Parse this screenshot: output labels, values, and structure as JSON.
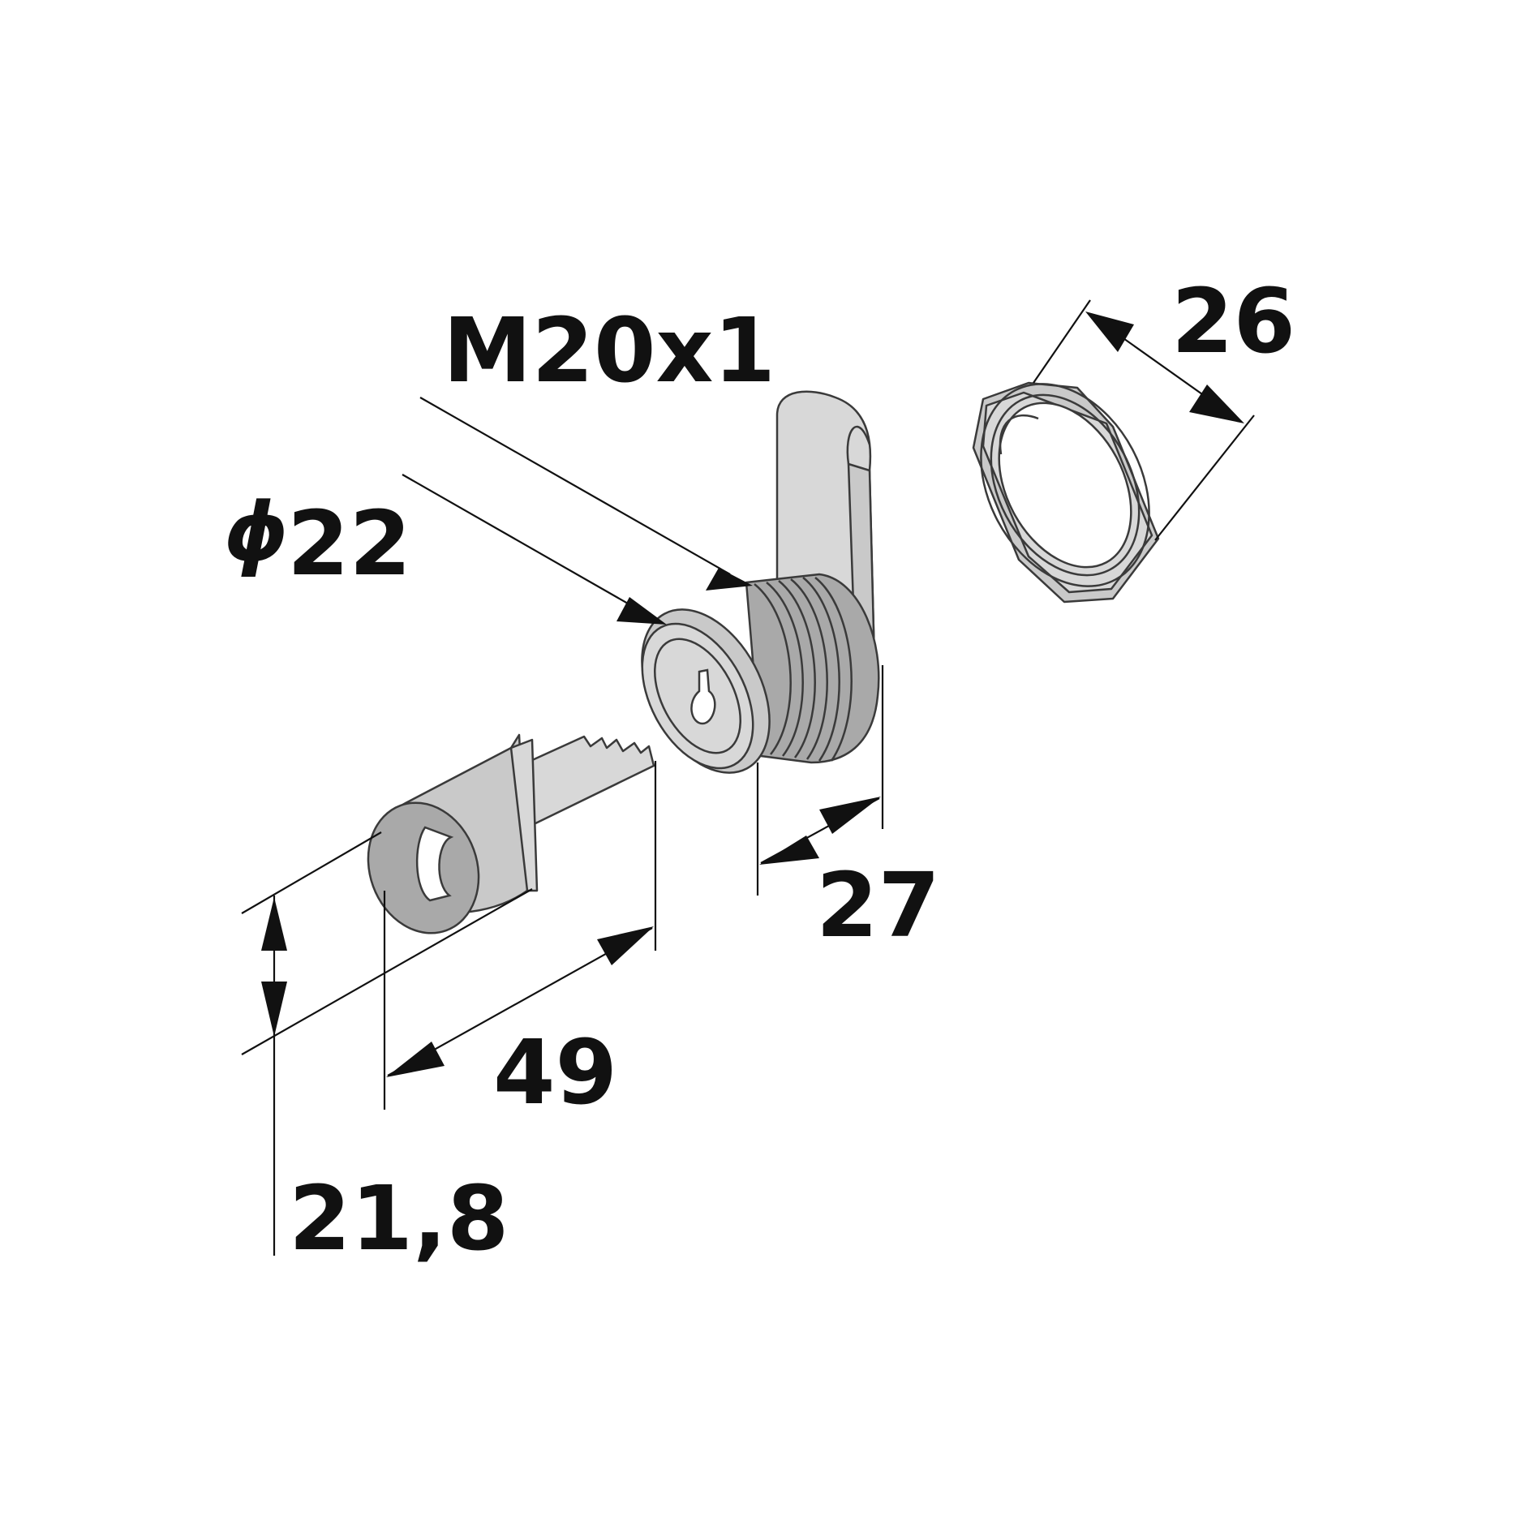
{
  "dimensions": {
    "thread": "M20x1",
    "diameter_symbol": "ϕ",
    "diameter_value": "22",
    "nut_width": "26",
    "body_length": "27",
    "key_length": "49",
    "key_height": "21,8"
  },
  "parts": [
    "cam-lock-body",
    "cam-lever",
    "hex-nut",
    "key"
  ]
}
